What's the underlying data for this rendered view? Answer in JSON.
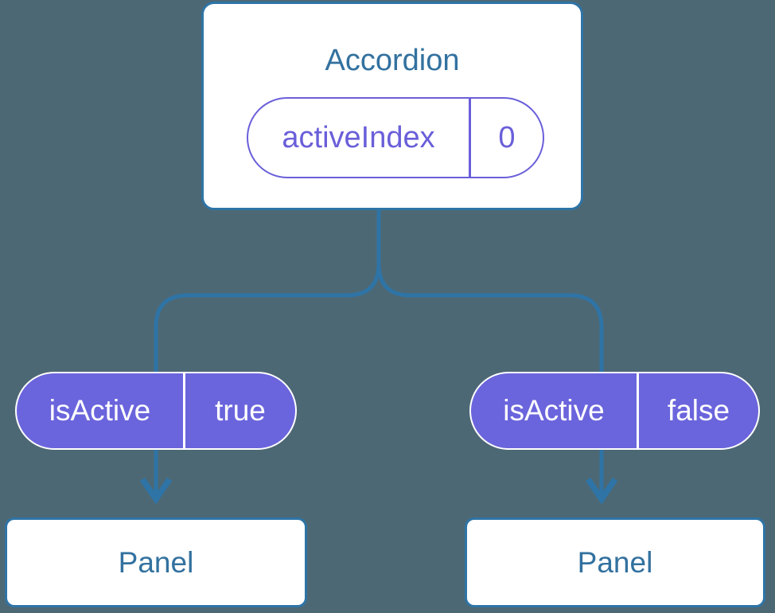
{
  "diagram": {
    "root": {
      "title": "Accordion",
      "state_pill": {
        "label": "activeIndex",
        "value": "0"
      }
    },
    "children": [
      {
        "pill": {
          "label": "isActive",
          "value": "true"
        },
        "title": "Panel"
      },
      {
        "pill": {
          "label": "isActive",
          "value": "false"
        },
        "title": "Panel"
      }
    ]
  },
  "colors": {
    "background": "#4d6875",
    "line_blue": "#2e74a6",
    "text_blue": "#32719f",
    "node_bg": "#ffffff",
    "pill_fill": "#6a65dc",
    "pill_outline": "#6a5fd9",
    "pill_text": "#ffffff"
  }
}
